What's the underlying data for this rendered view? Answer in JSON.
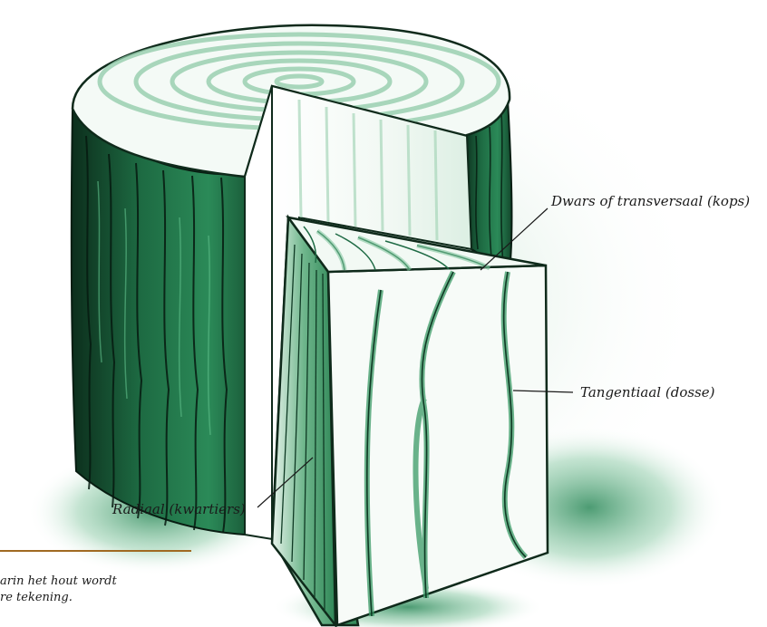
{
  "labels": {
    "transverse": "Dwars of transversaal (kops)",
    "tangential": "Tangentiaal (dosse)",
    "radial": "Radiaal (kwartiers)"
  },
  "caption": {
    "line1": "arin het hout wordt",
    "line2": "re tekening."
  },
  "colors": {
    "bark_green": "#1f6b45",
    "dark_green": "#0e3a24",
    "wash_green": "#cfe7d8",
    "caption_rule": "#a06a22"
  }
}
